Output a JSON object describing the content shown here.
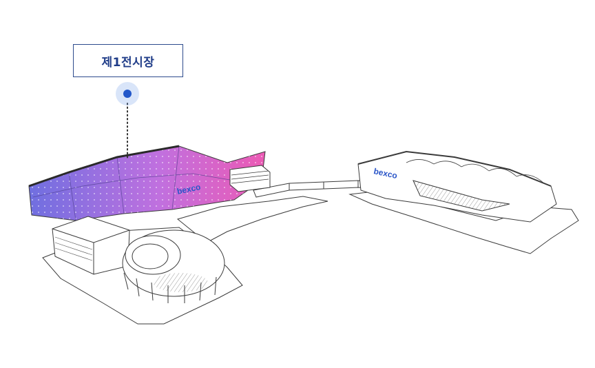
{
  "marker": {
    "label": "제1전시장",
    "pin_icon": "location-dot",
    "pin_color": "#2257c9"
  },
  "buildings": {
    "hall1": {
      "brand": "bexco",
      "gradient": [
        "#6f6fe0",
        "#c96ae0",
        "#ec5ab4"
      ],
      "highlighted": true
    },
    "auditorium": {
      "brand": "bexco"
    }
  },
  "colors": {
    "line": "#3a3a3a",
    "brand_text": "#2b56c8"
  }
}
